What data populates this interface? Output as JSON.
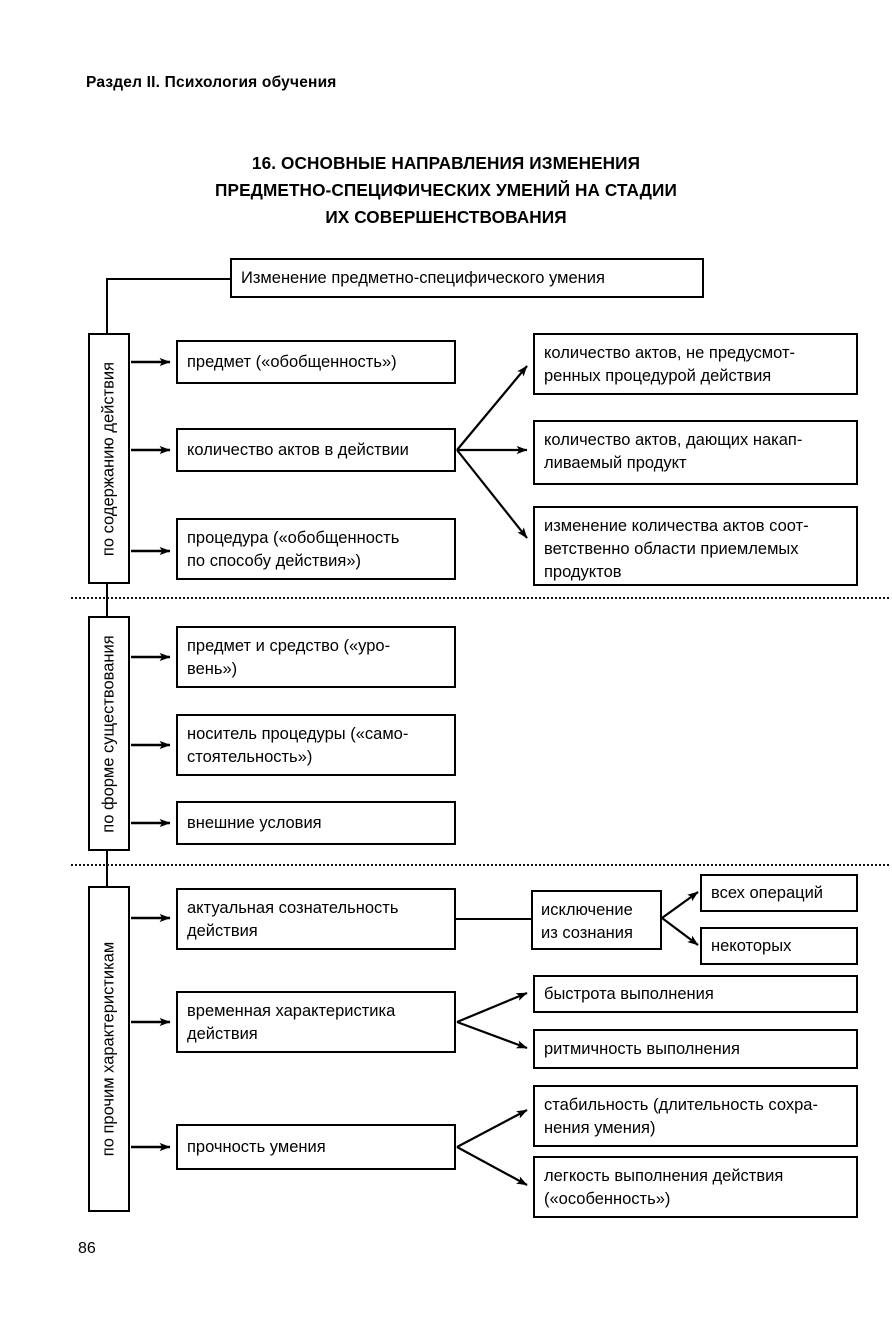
{
  "page": {
    "running_head": "Раздел II. Психология обучения",
    "page_number": "86",
    "title_lines": [
      "16. ОСНОВНЫЕ НАПРАВЛЕНИЯ ИЗМЕНЕНИЯ",
      "ПРЕДМЕТНО-СПЕЦИФИЧЕСКИХ УМЕНИЙ НА СТАДИИ",
      "ИХ СОВЕРШЕНСТВОВАНИЯ"
    ]
  },
  "diagram": {
    "type": "hierarchy-flowchart",
    "root": "Изменение  предметно-специфического  умения",
    "sections": [
      {
        "category": "по содержанию действия",
        "items": [
          {
            "label": "предмет («обобщенность»)",
            "children": []
          },
          {
            "label": "количество актов в действии",
            "children": [
              "количество актов, не предусмот-\nренных процедурой действия",
              "количество актов, дающих накап-\nливаемый продукт",
              "изменение количества актов соот-\nветственно области приемлемых\nпродуктов"
            ]
          },
          {
            "label": "процедура («обобщенность\nпо способу действия»)",
            "children": []
          }
        ]
      },
      {
        "category": "по форме существования",
        "items": [
          {
            "label": "предмет и средство («уро-\nвень»)",
            "children": []
          },
          {
            "label": "носитель процедуры («само-\nстоятельность»)",
            "children": []
          },
          {
            "label": "внешние   условия",
            "children": []
          }
        ]
      },
      {
        "category": "по прочим характеристикам",
        "items": [
          {
            "label": "актуальная сознательность\nдействия",
            "children": [
              {
                "label": "исключение\nиз сознания",
                "children": [
                  "всех операций",
                  "некоторых"
                ]
              }
            ]
          },
          {
            "label": "временная характеристика\nдействия",
            "children": [
              "быстрота выполнения",
              "ритмичность выполнения"
            ]
          },
          {
            "label": "прочность умения",
            "children": [
              "стабильность (длительность сохра-\nнения умения)",
              "легкость выполнения действия\n(«особенность»)"
            ]
          }
        ]
      }
    ]
  },
  "boxes": {
    "root": "Изменение  предметно-специфического  умения",
    "cat1": "по содержанию действия",
    "cat2": "по форме существования",
    "cat3": "по прочим характеристикам",
    "a1": "предмет («обобщенность»)",
    "a2": "количество актов в действии",
    "a3_l1": "процедура («обобщенность",
    "a3_l2": "по способу действия»)",
    "b1_l1": "количество актов, не предусмот-",
    "b1_l2": "ренных процедурой действия",
    "b2_l1": "количество актов, дающих накап-",
    "b2_l2": "ливаемый продукт",
    "b3_l1": "изменение количества актов соот-",
    "b3_l2": "ветственно области приемлемых",
    "b3_l3": "продуктов",
    "c1_l1": "предмет и средство («уро-",
    "c1_l2": "вень»)",
    "c2_l1": "носитель процедуры («само-",
    "c2_l2": "стоятельность»)",
    "c3": "внешние   условия",
    "d1_l1": "актуальная сознательность",
    "d1_l2": "действия",
    "d2_l1": "временная характеристика",
    "d2_l2": "действия",
    "d3": "прочность умения",
    "e1_l1": "исключение",
    "e1_l2": "из сознания",
    "f1": "всех операций",
    "f2": "некоторых",
    "g1": "быстрота выполнения",
    "g2": "ритмичность выполнения",
    "h1_l1": "стабильность (длительность сохра-",
    "h1_l2": "нения умения)",
    "h2_l1": "легкость выполнения действия",
    "h2_l2": "(«особенность»)"
  },
  "colors": {
    "ink": "#000000",
    "paper": "#ffffff"
  }
}
